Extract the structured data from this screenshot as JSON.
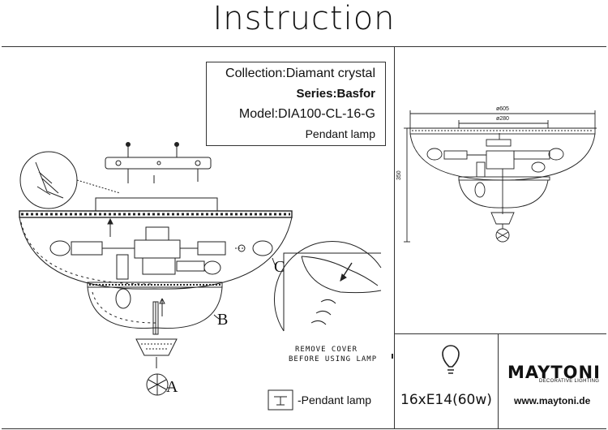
{
  "header": {
    "title": "Instruction"
  },
  "info": {
    "collection": "Collection:Diamant crystal",
    "series": "Series:Basfor",
    "model": "Model:DIA100-CL-16-G",
    "type": "Pendant lamp"
  },
  "callouts": {
    "a": "A",
    "b": "B",
    "c": "C"
  },
  "notice": {
    "line1": "REMOVE COVER",
    "line2": "BEFORE USING LAMP"
  },
  "legend": {
    "label": "-Pendant lamp"
  },
  "spec": {
    "bulbs": "16xE14(60w)"
  },
  "brand": {
    "name": "MAYTONI",
    "tagline": "DECORATIVE LIGHTING",
    "website": "www.maytoni.de"
  },
  "dimensions": {
    "width": "ø605",
    "inner": "ø280",
    "height": "350"
  },
  "icons": {
    "bulb": "light-bulb-icon",
    "legend": "pendant-lamp-icon"
  }
}
